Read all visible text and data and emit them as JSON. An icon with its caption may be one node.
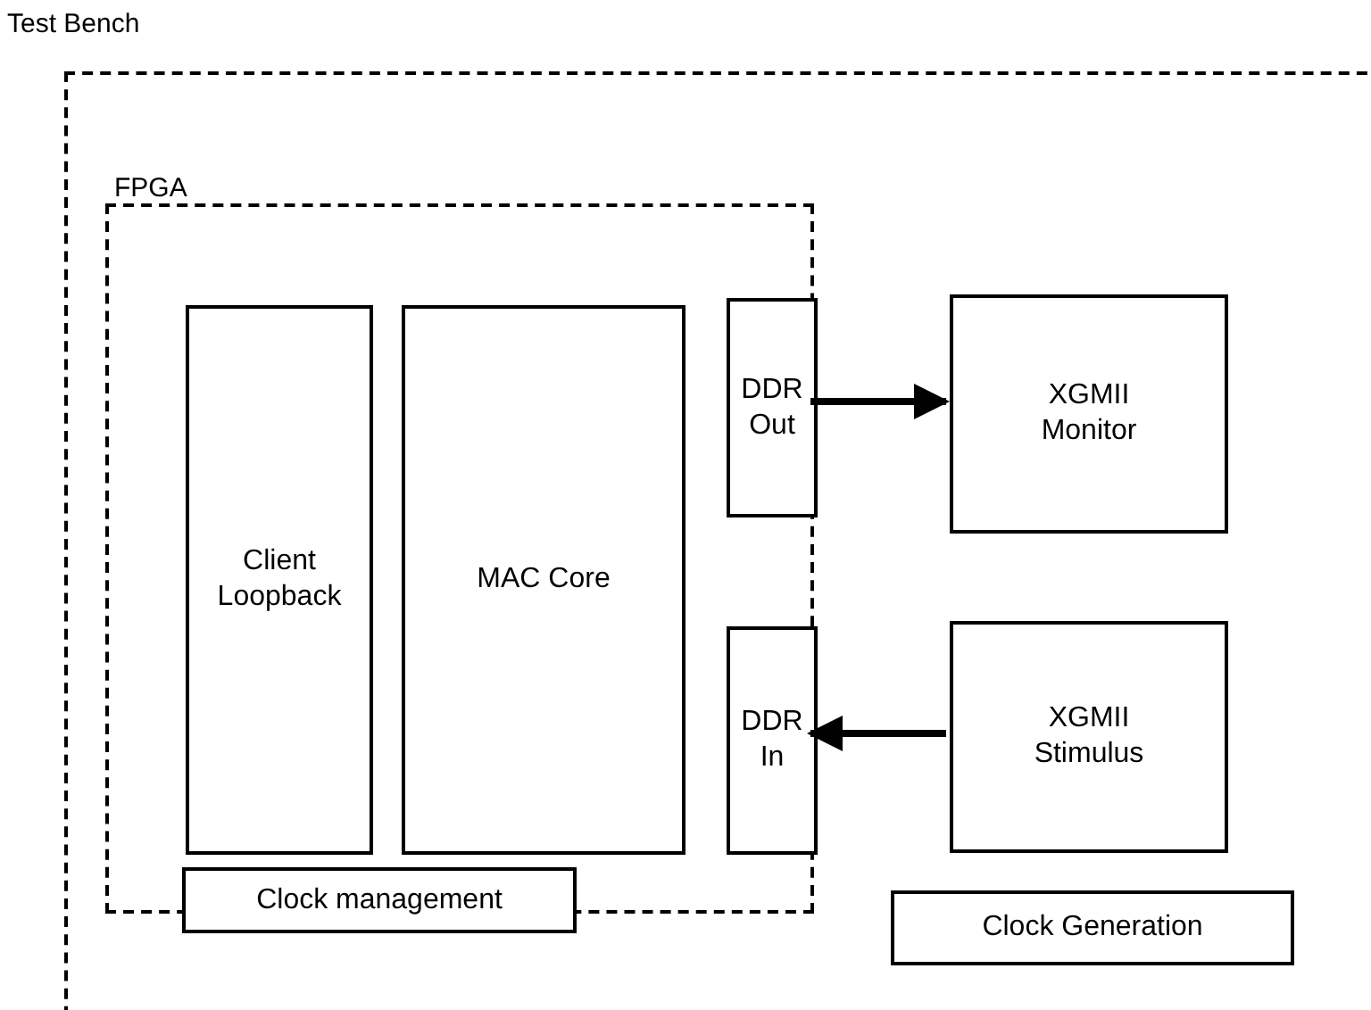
{
  "diagram": {
    "nodes": [
      {
        "text": [
          "Test Bench"
        ]
      },
      {
        "text": [
          "FPGA"
        ],
        "in": 0
      },
      {
        "text": [
          "Client Loopback"
        ],
        "in": 1
      },
      {
        "text": [
          "MAC Core"
        ],
        "in": 1
      },
      {
        "text": [
          "DDR Out"
        ],
        "in": 1
      },
      {
        "text": [
          "DDR In"
        ],
        "in": 1
      },
      {
        "text": [
          "Clock management"
        ],
        "in": 0
      },
      {
        "text": [
          "XGMII Monitor"
        ],
        "in": 0
      },
      {
        "text": [
          "XGMII Stimulus"
        ],
        "in": 0
      },
      {
        "text": [
          "Clock Generation"
        ],
        "in": 0
      }
    ],
    "edges": [
      {
        "from": 4,
        "to": 7,
        "arrow": "to"
      },
      {
        "from": 8,
        "to": 5,
        "arrow": "to"
      }
    ]
  }
}
